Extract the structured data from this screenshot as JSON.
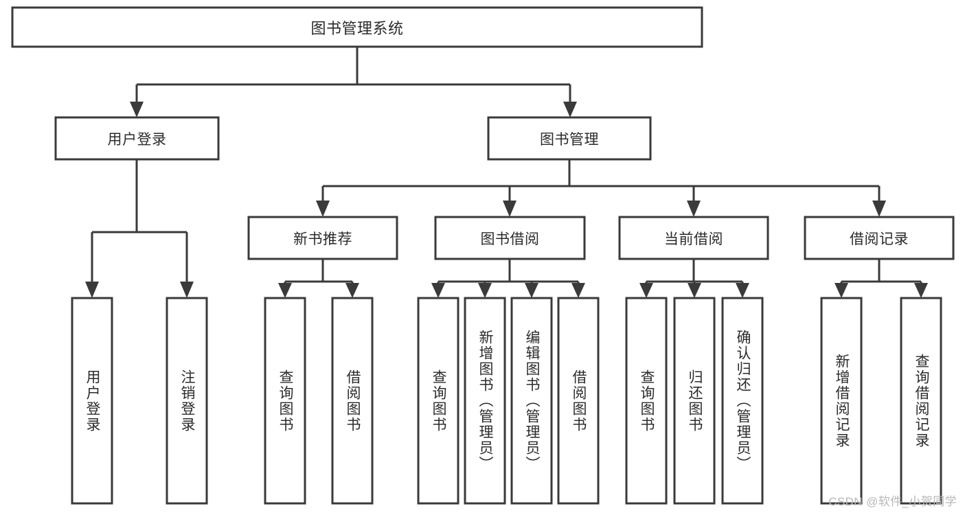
{
  "diagram": {
    "title": "图书管理系统",
    "type": "tree",
    "watermark": "CSDN @软件_小贺同学",
    "colors": {
      "box_stroke": "#3a3a3a",
      "box_fill": "#ffffff",
      "text": "#2b2b2b",
      "connector": "#3a3a3a",
      "background": "#ffffff",
      "watermark": "#b7b7b7"
    },
    "root": {
      "label": "图书管理系统"
    },
    "level1": [
      {
        "label": "用户登录"
      },
      {
        "label": "图书管理"
      }
    ],
    "level2": [
      {
        "label": "新书推荐"
      },
      {
        "label": "图书借阅"
      },
      {
        "label": "当前借阅"
      },
      {
        "label": "借阅记录"
      }
    ],
    "leaves": {
      "user_login": [
        {
          "label": "用户登录"
        },
        {
          "label": "注销登录"
        }
      ],
      "new_book_recommend": [
        {
          "label": "查询图书"
        },
        {
          "label": "借阅图书"
        }
      ],
      "book_borrow": [
        {
          "label": "查询图书"
        },
        {
          "label": "新增图书（管理员）"
        },
        {
          "label": "编辑图书（管理员）"
        },
        {
          "label": "借阅图书"
        }
      ],
      "current_borrow": [
        {
          "label": "查询图书"
        },
        {
          "label": "归还图书"
        },
        {
          "label": "确认归还（管理员）"
        }
      ],
      "borrow_record": [
        {
          "label": "新增借阅记录"
        },
        {
          "label": "查询借阅记录"
        }
      ]
    }
  }
}
